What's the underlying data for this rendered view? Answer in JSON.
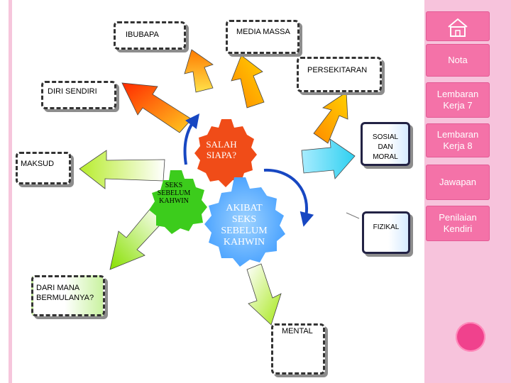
{
  "nodes": {
    "ibubapa": "IBUBAPA",
    "media_massa": "MEDIA MASSA",
    "persekitaran": "PERSEKITARAN",
    "diri_sendiri": "DIRI SENDIRI",
    "maksud": "MAKSUD",
    "sosial_dan_moral": "SOSIAL DAN\nMORAL",
    "fizikal": "FIZIKAL",
    "dari_mana": "DARI MANA\nBERMULANYA?",
    "mental": "MENTAL"
  },
  "gears": {
    "salah_siapa": "SALAH\nSIAPA?",
    "seks_sebelum_kahwin_small": "SEKS\nSEBELUM\nKAHWIN",
    "akibat": "AKIBAT\nSEKS\nSEBELUM\nKAHWIN"
  },
  "sidebar": {
    "nota": "Nota",
    "lembaran_kerja_7": "Lembaran\nKerja 7",
    "lembaran_kerja_8": "Lembaran\nKerja 8",
    "jawapan": "Jawapan",
    "penilaian_kendiri": "Penilaian\nKendiri"
  },
  "colors": {
    "sidebar_bg": "#f7c3dc",
    "button": "#f472a8",
    "gear_red": "#f04c18",
    "gear_green": "#3ccc1c",
    "gear_blue": "#40a2ff",
    "curved_arrow": "#1747c2"
  }
}
